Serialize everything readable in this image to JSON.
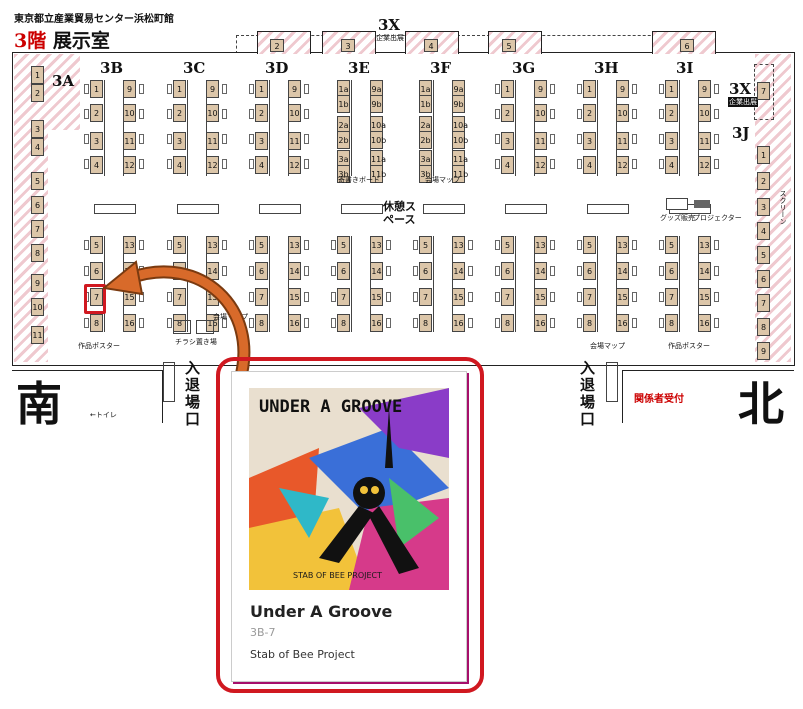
{
  "header": {
    "venue": "東京都立産業貿易センター浜松町館",
    "floor": "3階",
    "room": "展示室"
  },
  "blocks": {
    "a": "3A",
    "b": "3B",
    "c": "3C",
    "d": "3D",
    "e": "3E",
    "f": "3F",
    "g": "3G",
    "h": "3H",
    "i": "3I",
    "j": "3J",
    "x_top": "3X",
    "x_right": "3X"
  },
  "x_top_note": "企業出展",
  "x_right_note": "企業出展",
  "top_alcoves": [
    "2",
    "3",
    "4",
    "5",
    "6"
  ],
  "right_alcove": "7",
  "a_stalls": [
    "1",
    "2",
    "3",
    "4",
    "5",
    "6",
    "7",
    "8",
    "9",
    "10",
    "11"
  ],
  "j_stalls": [
    "1",
    "2",
    "3",
    "4",
    "5",
    "6",
    "7",
    "8",
    "9"
  ],
  "notes": {
    "board": "寄書きボード",
    "map_3f": "会場マップ",
    "rest": "休憩スペース",
    "goods": "グッズ販売",
    "projector": "プロジェクター",
    "screen": "スクリーン",
    "poster_left": "作品ポスター",
    "flyer": "チラシ置き場",
    "map_small": "会場マップ",
    "map_bottom": "会場マップ",
    "poster_right": "作品ポスター",
    "toilet": "←トイレ",
    "staff": "関係者受付"
  },
  "exit_left": "入退場口",
  "exit_right": "入退場口",
  "south": "南",
  "north": "北",
  "card": {
    "cover_text": "UNDER A GROOVE",
    "cover_small": "STAB OF BEE PROJECT",
    "title": "Under A Groove",
    "booth": "3B-7",
    "circle": "Stab of Bee Project"
  },
  "colors": {
    "highlight": "#d01820",
    "stall": "#dcc6a9",
    "hatch": "#efc9cf",
    "arrow": "#d86a2a",
    "card_shadow": "#a60f6b"
  }
}
